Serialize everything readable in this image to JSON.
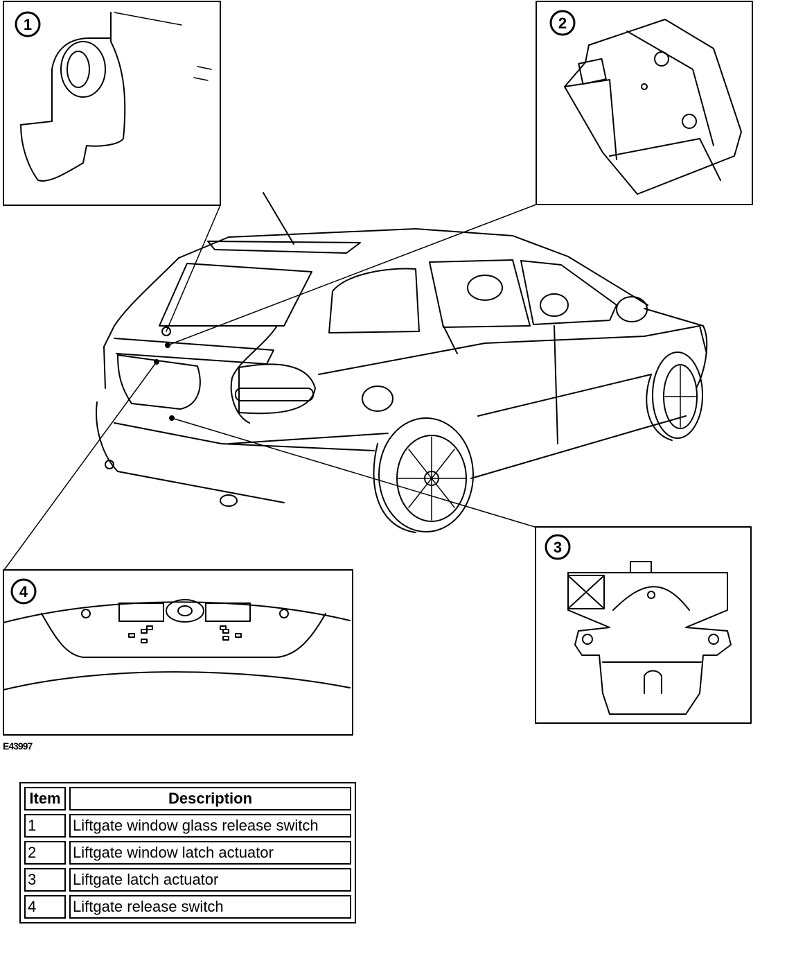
{
  "figure_id": "E43997",
  "callouts": [
    "1",
    "2",
    "3",
    "4"
  ],
  "legend": {
    "headers": {
      "item": "Item",
      "description": "Description"
    },
    "rows": [
      {
        "item": "1",
        "description": "Liftgate window glass release switch"
      },
      {
        "item": "2",
        "description": "Liftgate window latch actuator"
      },
      {
        "item": "3",
        "description": "Liftgate latch actuator"
      },
      {
        "item": "4",
        "description": "Liftgate release switch"
      }
    ]
  }
}
